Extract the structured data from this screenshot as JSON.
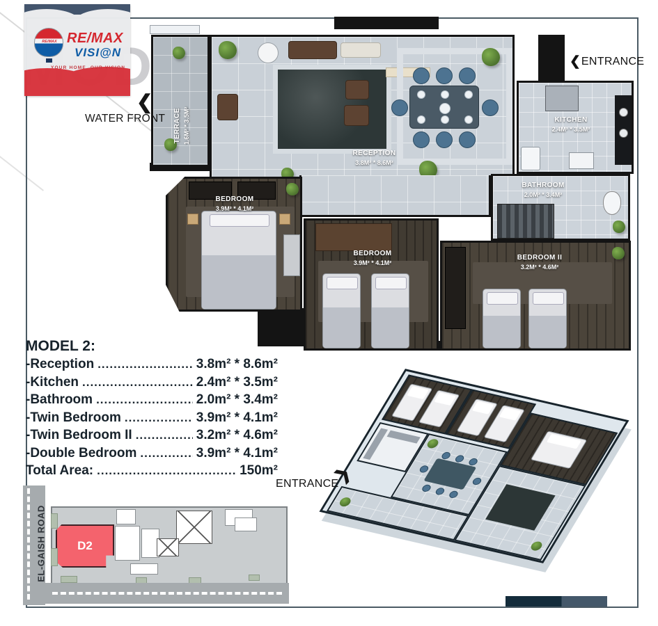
{
  "watermark": "MODEL 2",
  "logo": {
    "brand_top": "RE/MAX",
    "brand_bottom": "VISI@N",
    "tagline": "YOUR HOME, OUR VISION",
    "balloon_text": "RE/MAX"
  },
  "annotations": {
    "water_front": "WATER FRONT",
    "entrance_top": "ENTRANCE",
    "entrance_3d": "ENTRANCE"
  },
  "icons": {
    "water_front_arrow": "❮",
    "entrance_arrow": "❮",
    "entrance_3d_arrow": "❯"
  },
  "floor_plan": {
    "rooms": {
      "terrace": {
        "name": "TERRACE",
        "dims": "1.6M² * 3.5M²"
      },
      "reception": {
        "name": "RECEPTION",
        "dims": "3.8M² * 8.6M²"
      },
      "kitchen": {
        "name": "KITCHEN",
        "dims": "2.4M² * 3.5M²"
      },
      "bathroom": {
        "name": "BATHROOM",
        "dims": "2.0M² * 3.4M²"
      },
      "bedroom_double": {
        "name": "BEDROOM",
        "dims": "3.9M² * 4.1M²"
      },
      "bedroom_twin": {
        "name": "BEDROOM",
        "dims": "3.9M² * 4.1M²"
      },
      "bedroom_twin_2": {
        "name": "BEDROOM II",
        "dims": "3.2M² * 4.6M²"
      }
    }
  },
  "specs": {
    "title": "MODEL 2:",
    "leader": "..........................................................................................",
    "items": [
      {
        "name": "-Reception",
        "value": "3.8m² * 8.6m²"
      },
      {
        "name": "-Kitchen",
        "value": "2.4m² * 3.5m²"
      },
      {
        "name": "-Bathroom",
        "value": "2.0m² * 3.4m²"
      },
      {
        "name": "-Twin Bedroom",
        "value": "3.9m² * 4.1m²"
      },
      {
        "name": "-Twin Bedroom II",
        "value": "3.2m² * 4.6m²"
      },
      {
        "name": "-Double Bedroom",
        "value": "3.9m² * 4.1m²"
      }
    ],
    "total": {
      "name": "Total Area:",
      "value": "150m²"
    }
  },
  "site_plan": {
    "road_label": "EL-GAISH ROAD",
    "unit_label": "D2"
  },
  "colors": {
    "remax_red": "#d5232b",
    "remax_blue": "#0b5aa5",
    "unit_red": "#f4636d",
    "teal_bar": "#142c3b",
    "wall_black": "#141414",
    "frame": "#4a5a64"
  }
}
